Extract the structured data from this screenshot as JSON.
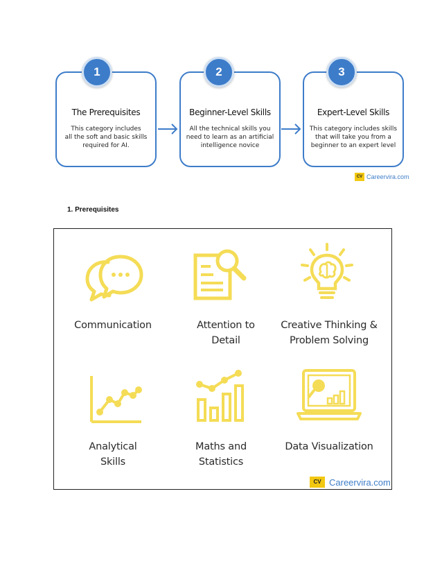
{
  "flow": {
    "steps": [
      {
        "number": "1",
        "title": "The Prerequisites",
        "lines": [
          "This category includes",
          "all the soft and basic skills",
          "required for AI."
        ]
      },
      {
        "number": "2",
        "title": "Beginner-Level Skills",
        "lines": [
          "All the technical skills you",
          "need to learn as an artificial",
          "intelligence novice"
        ]
      },
      {
        "number": "3",
        "title": "Expert-Level Skills",
        "lines": [
          "This category includes skills",
          "that will take you from a",
          "beginner to an expert level"
        ]
      }
    ],
    "logo": {
      "mark": "CV",
      "brand": "Careervira.com"
    }
  },
  "section": {
    "heading": "1.   Prerequisites"
  },
  "skills": {
    "items": [
      {
        "lines": [
          "Communication"
        ],
        "icon": "speech-bubbles-icon"
      },
      {
        "lines": [
          "Attention to",
          "Detail"
        ],
        "icon": "document-magnifier-icon"
      },
      {
        "lines": [
          "Creative Thinking &",
          "Problem Solving"
        ],
        "icon": "lightbulb-brain-icon"
      },
      {
        "lines": [
          "Analytical",
          "Skills"
        ],
        "icon": "line-chart-icon"
      },
      {
        "lines": [
          "Maths and",
          "Statistics"
        ],
        "icon": "bar-line-chart-icon"
      },
      {
        "lines": [
          "Data Visualization"
        ],
        "icon": "laptop-chart-icon"
      }
    ],
    "icon_color": "#f4dc56",
    "logo": {
      "mark": "CV",
      "brand": "Careervira.com"
    }
  },
  "colors": {
    "accent_blue": "#3d7cc9",
    "brand_yellow": "#f2c811"
  }
}
